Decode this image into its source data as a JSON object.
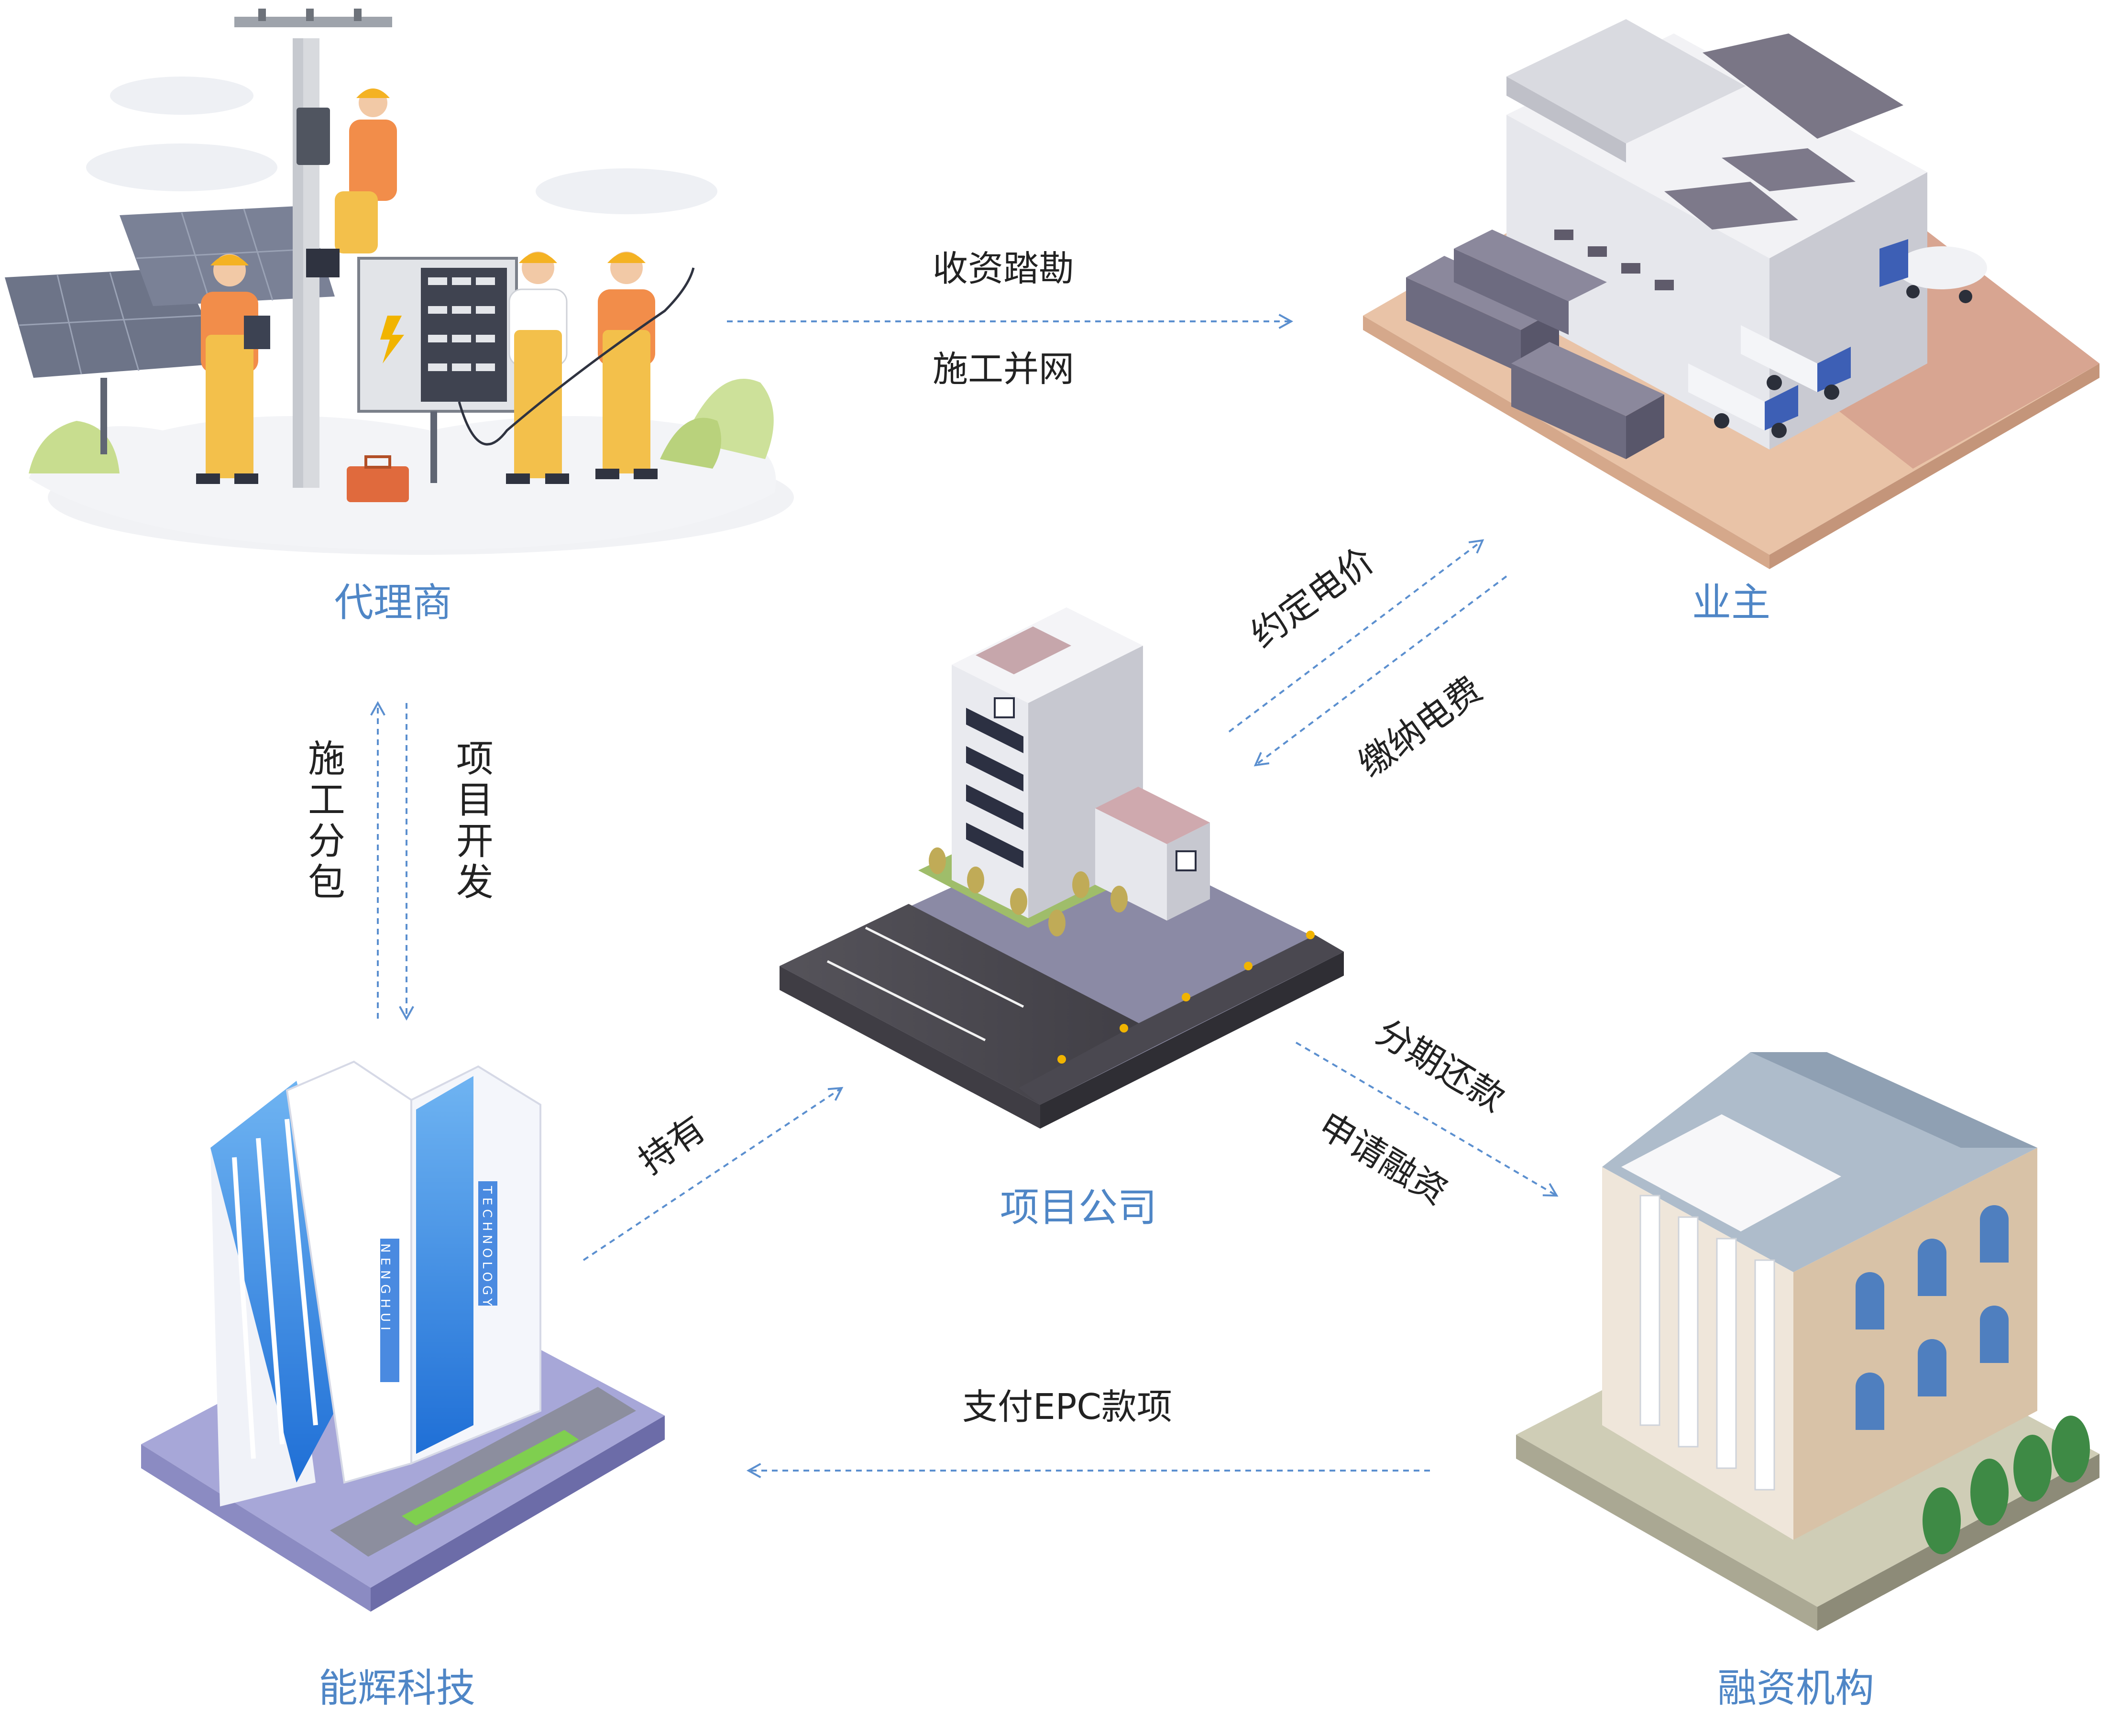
{
  "nodes": {
    "agent": "代理商",
    "owner": "业主",
    "project_company": "项目公司",
    "nenghui": "能辉科技",
    "finance": "融资机构"
  },
  "edges": {
    "agent_to_owner_top": "收资踏勘",
    "agent_to_owner_bottom": "施工并网",
    "agent_nenghui_left": "施工分包",
    "agent_nenghui_right": "项目开发",
    "owner_project_upper": "约定电价",
    "owner_project_lower": "缴纳电费",
    "nenghui_to_project": "持有",
    "project_finance_upper": "分期还款",
    "project_finance_lower": "申请融资",
    "finance_to_nenghui": "支付EPC款项"
  },
  "building_signs": {
    "nenghui_left": "NENGHUI",
    "nenghui_right": "TECHNOLOGY"
  },
  "colors": {
    "node_label": "#4f86c6",
    "edge_text": "#222222",
    "arrow": "#5b8fcf"
  }
}
